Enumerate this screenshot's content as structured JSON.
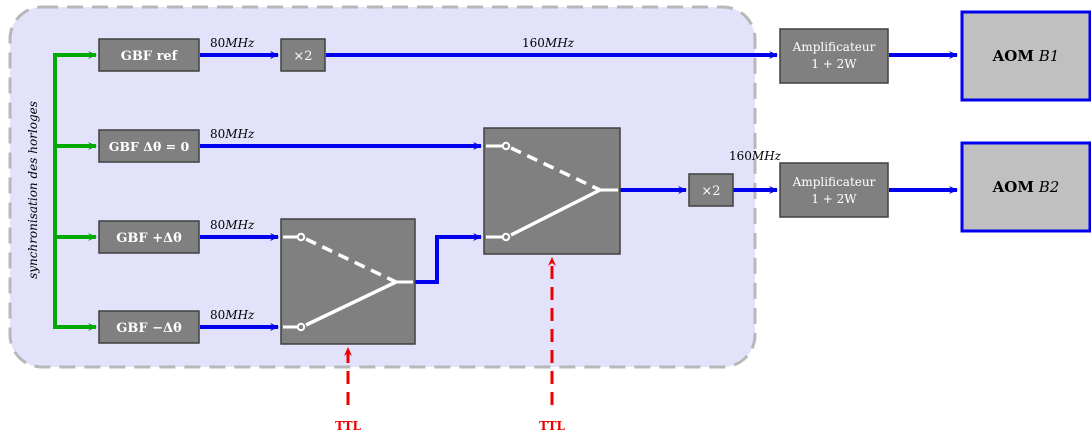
{
  "side_label": "synchronisation des horloges",
  "gbf": {
    "ref": "GBF ref",
    "zero": "GBF Δθ = 0",
    "plus": "GBF +Δθ",
    "minus": "GBF −Δθ"
  },
  "freq": {
    "f80_ref_num": "80",
    "f80_zero_num": "80",
    "f80_plus_num": "80",
    "f80_minus_num": "80",
    "unit": "MHz",
    "f160_top_num": "160",
    "f160_mid_num": "160"
  },
  "mult": {
    "top": "×2",
    "mid": "×2"
  },
  "amp": {
    "top_line1": "Amplificateur",
    "top_line2": "1 + 2W",
    "mid_line1": "Amplificateur",
    "mid_line2": "1 + 2W"
  },
  "aom": {
    "b1_name": "AOM",
    "b1_sym": "B1",
    "b2_name": "AOM",
    "b2_sym": "B2"
  },
  "ttl": {
    "left": "TTL",
    "right": "TTL"
  },
  "colors": {
    "panel_fill": "#e2e2fb",
    "panel_border": "#b8b8b8",
    "box_gray": "#808080",
    "light_gray": "#c0c0c0",
    "blue": "#0000ee",
    "green": "#00aa00",
    "red": "#ee0000"
  }
}
